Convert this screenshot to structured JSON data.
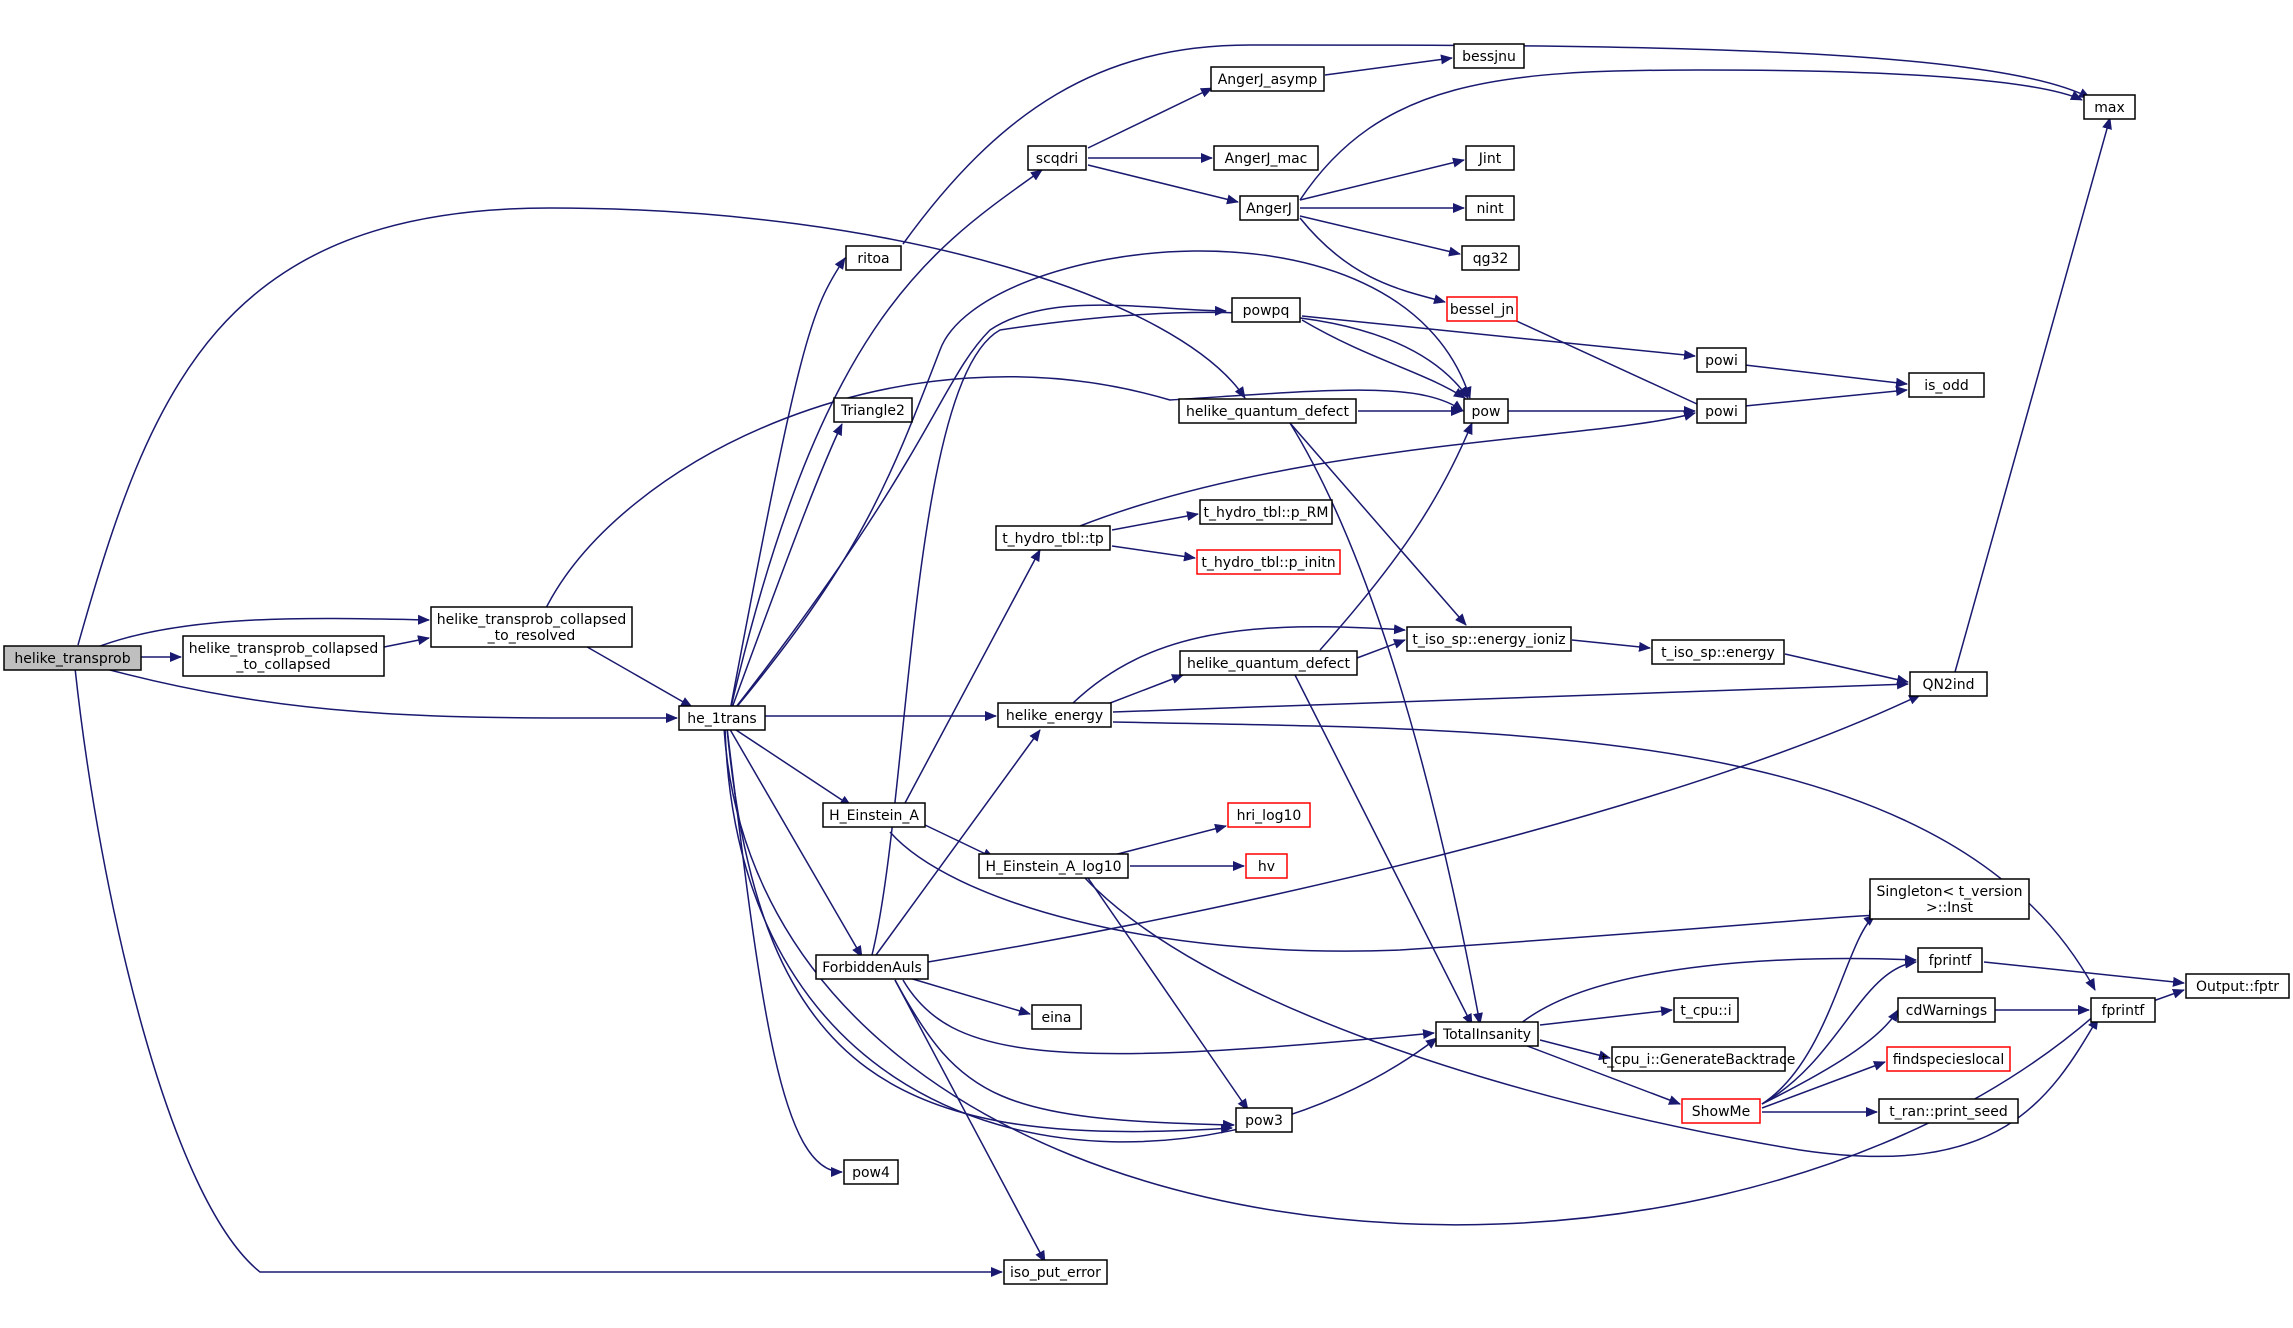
{
  "title": "helike_transprob call graph",
  "colors": {
    "edge": "#191970",
    "node_border": "#000000",
    "truncated_border": "#ff0000",
    "root_fill": "#bfbfbf"
  },
  "nodes": {
    "helike_transprob": {
      "lines": [
        "helike_transprob"
      ],
      "root": true
    },
    "hl_tp_c2c": {
      "lines": [
        "helike_transprob_collapsed",
        "_to_collapsed"
      ]
    },
    "hl_tp_c2r": {
      "lines": [
        "helike_transprob_collapsed",
        "_to_resolved"
      ]
    },
    "he_1trans": {
      "lines": [
        "he_1trans"
      ]
    },
    "ritoa": {
      "lines": [
        "ritoa"
      ]
    },
    "scqdri": {
      "lines": [
        "scqdri"
      ]
    },
    "angerj_asymp": {
      "lines": [
        "AngerJ_asymp"
      ]
    },
    "bessjnu": {
      "lines": [
        "bessjnu"
      ]
    },
    "angerj_mac": {
      "lines": [
        "AngerJ_mac"
      ]
    },
    "angerj": {
      "lines": [
        "AngerJ"
      ]
    },
    "max": {
      "lines": [
        "max"
      ]
    },
    "jint": {
      "lines": [
        "Jint"
      ]
    },
    "nint": {
      "lines": [
        "nint"
      ]
    },
    "qg32": {
      "lines": [
        "qg32"
      ]
    },
    "bessel_jn": {
      "lines": [
        "bessel_jn"
      ],
      "truncated": true
    },
    "powpq": {
      "lines": [
        "powpq"
      ]
    },
    "powi_a": {
      "lines": [
        "powi"
      ]
    },
    "is_odd": {
      "lines": [
        "is_odd"
      ]
    },
    "triangle2": {
      "lines": [
        "Triangle2"
      ]
    },
    "hqd_a": {
      "lines": [
        "helike_quantum_defect"
      ]
    },
    "pow": {
      "lines": [
        "pow"
      ]
    },
    "powi_b": {
      "lines": [
        "powi"
      ]
    },
    "thydro_tp": {
      "lines": [
        "t_hydro_tbl::tp"
      ]
    },
    "thydro_prm": {
      "lines": [
        "t_hydro_tbl::p_RM"
      ]
    },
    "thydro_pinitn": {
      "lines": [
        "t_hydro_tbl::p_initn"
      ],
      "truncated": true
    },
    "tiso_energy_ioniz": {
      "lines": [
        "t_iso_sp::energy_ioniz"
      ]
    },
    "tiso_energy": {
      "lines": [
        "t_iso_sp::energy"
      ]
    },
    "hqd_b": {
      "lines": [
        "helike_quantum_defect"
      ]
    },
    "qn2ind": {
      "lines": [
        "QN2ind"
      ]
    },
    "helike_energy": {
      "lines": [
        "helike_energy"
      ]
    },
    "h_einstein_a": {
      "lines": [
        "H_Einstein_A"
      ]
    },
    "hri_log10": {
      "lines": [
        "hri_log10"
      ],
      "truncated": true
    },
    "h_einstein_a_log10": {
      "lines": [
        "H_Einstein_A_log10"
      ]
    },
    "hv": {
      "lines": [
        "hv"
      ],
      "truncated": true
    },
    "singleton_inst": {
      "lines": [
        "Singleton< t_version",
        " >::Inst"
      ]
    },
    "forbiddenauls": {
      "lines": [
        "ForbiddenAuls"
      ]
    },
    "fprintf_a": {
      "lines": [
        "fprintf"
      ]
    },
    "output_fptr": {
      "lines": [
        "Output::fptr"
      ]
    },
    "cdwarnings": {
      "lines": [
        "cdWarnings"
      ]
    },
    "fprintf_b": {
      "lines": [
        "fprintf"
      ]
    },
    "tcpu_i": {
      "lines": [
        "t_cpu::i"
      ]
    },
    "eina": {
      "lines": [
        "eina"
      ]
    },
    "totalinsanity": {
      "lines": [
        "TotalInsanity"
      ]
    },
    "findspecieslocal": {
      "lines": [
        "findspecieslocal"
      ],
      "truncated": true
    },
    "tcpu_backtrace": {
      "lines": [
        "t_cpu_i::GenerateBacktrace"
      ]
    },
    "showme": {
      "lines": [
        "ShowMe"
      ],
      "truncated": true
    },
    "tran_printseed": {
      "lines": [
        "t_ran::print_seed"
      ]
    },
    "pow3": {
      "lines": [
        "pow3"
      ]
    },
    "pow4": {
      "lines": [
        "pow4"
      ]
    },
    "iso_put_error": {
      "lines": [
        "iso_put_error"
      ]
    }
  }
}
